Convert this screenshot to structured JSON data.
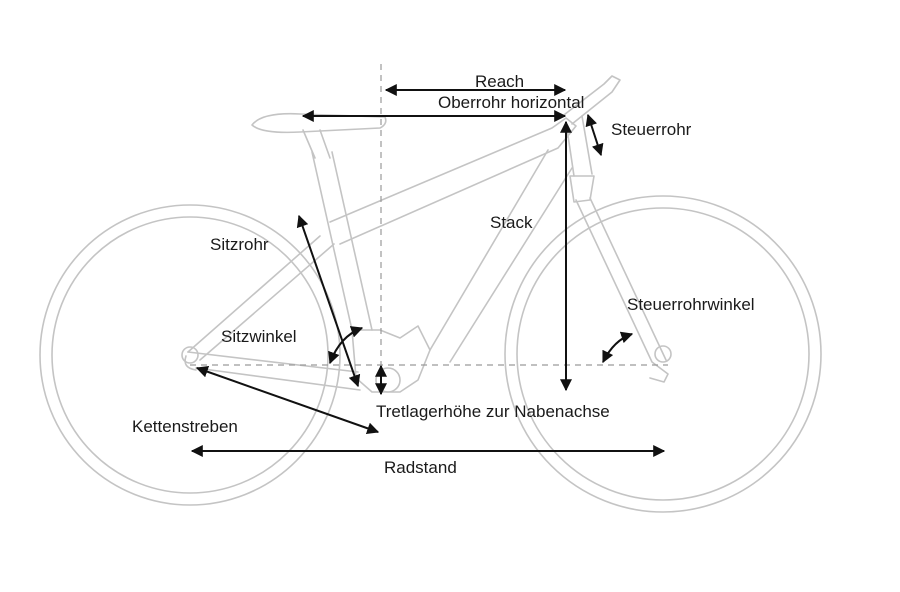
{
  "labels": {
    "reach": "Reach",
    "top_tube": "Oberrohr horizontal",
    "head_tube": "Steuerrohr",
    "stack": "Stack",
    "seat_tube": "Sitzrohr",
    "seat_angle": "Sitzwinkel",
    "head_angle": "Steuerrohrwinkel",
    "bb_drop": "Tretlagerhöhe zur Nabenachse",
    "chainstays": "Kettenstreben",
    "wheelbase": "Radstand"
  },
  "colors": {
    "frame": "#c4c4c4",
    "dimension": "#111111",
    "guide": "#9a9a9a",
    "text": "#1a1a1a"
  }
}
